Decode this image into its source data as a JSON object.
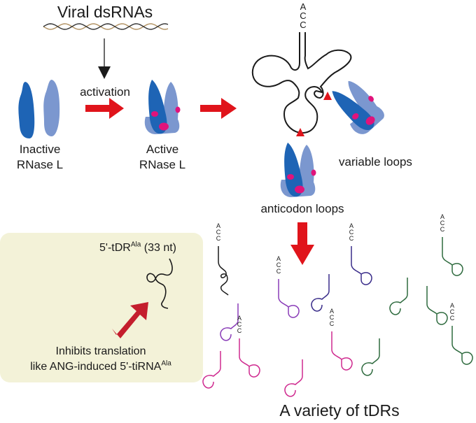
{
  "colors": {
    "dark_blue": "#1e64b5",
    "light_blue": "#7b97cf",
    "magenta_site": "#e0137b",
    "red_arrow": "#e0141b",
    "dark_red_arrow": "#c41e2d",
    "panel_bg": "#f3f2d8",
    "black": "#1a1a1a",
    "purple": "#8a3db8",
    "navy": "#3a2d8a",
    "pink": "#cf2a8f",
    "green": "#2f6b3f",
    "ochre": "#b09060"
  },
  "icons": {
    "dsrna": "double-helix-icon",
    "rnase": "rnase-l-monomer-icon",
    "trna": "trna-cloverleaf-icon",
    "fragment": "tdr-fragment-icon"
  },
  "labels": {
    "viral_dsrnas": "Viral dsRNAs",
    "activation": "activation",
    "inactive_line1": "Inactive",
    "inactive_line2": "RNase L",
    "active_line1": "Active",
    "active_line2": "RNase L",
    "variable_loops": "variable loops",
    "anticodon_loops": "anticodon loops",
    "acc": "ACC",
    "tdr_name": "5'-tDR",
    "tdr_sup": "Ala",
    "tdr_length": "(33 nt)",
    "inhibits_line1": "Inhibits translation",
    "inhibits_line2_prefix": "like ANG-induced 5'-tiRNA",
    "inhibits_line2_sup": "Ala",
    "variety": "A variety of tDRs"
  }
}
